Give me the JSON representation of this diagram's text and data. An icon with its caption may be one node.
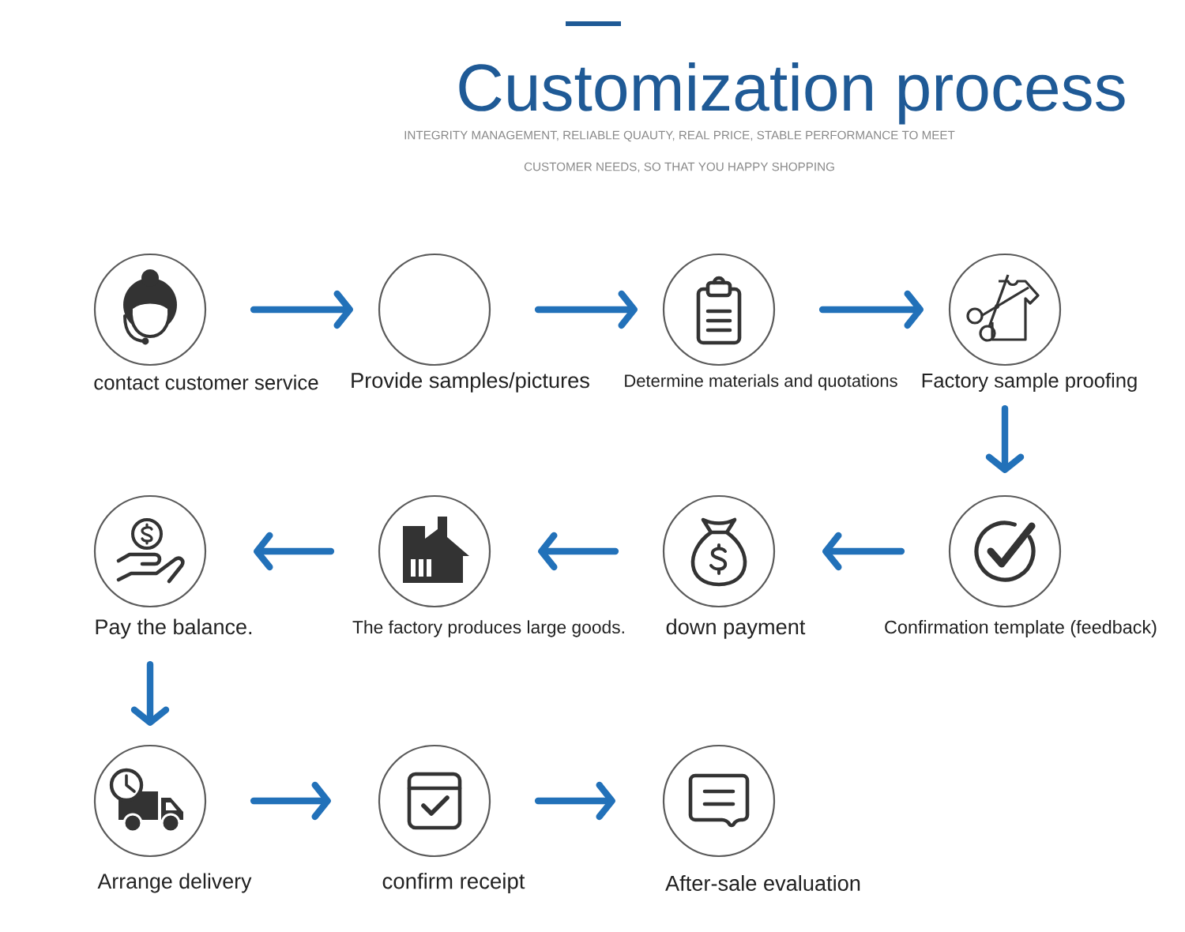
{
  "diagram": {
    "title": "Customization process",
    "nodes": [
      {
        "text": [
          "contact customer service"
        ]
      },
      {
        "text": [
          "Provide samples/pictures"
        ]
      },
      {
        "text": [
          "Determine materials and quotations"
        ]
      },
      {
        "text": [
          "Factory sample proofing"
        ]
      },
      {
        "text": [
          "Confirmation template (feedback)"
        ]
      },
      {
        "text": [
          "down payment"
        ]
      },
      {
        "text": [
          "The factory produces large goods."
        ]
      },
      {
        "text": [
          "Pay the balance."
        ]
      },
      {
        "text": [
          "Arrange delivery"
        ]
      },
      {
        "text": [
          "confirm receipt"
        ]
      },
      {
        "text": [
          "After-sale evaluation"
        ]
      }
    ],
    "edges": [
      {
        "from": 0,
        "to": 1,
        "arrow": "to"
      },
      {
        "from": 1,
        "to": 2,
        "arrow": "to"
      },
      {
        "from": 2,
        "to": 3,
        "arrow": "to"
      },
      {
        "from": 3,
        "to": 4,
        "arrow": "to"
      },
      {
        "from": 4,
        "to": 5,
        "arrow": "to"
      },
      {
        "from": 5,
        "to": 6,
        "arrow": "to"
      },
      {
        "from": 6,
        "to": 7,
        "arrow": "to"
      },
      {
        "from": 7,
        "to": 8,
        "arrow": "to"
      },
      {
        "from": 8,
        "to": 9,
        "arrow": "to"
      },
      {
        "from": 9,
        "to": 10,
        "arrow": "to"
      }
    ],
    "labels": [
      "INTEGRITY MANAGEMENT, RELIABLE QUAUTY, REAL PRICE, STABLE PERFORMANCE TO MEET CUSTOMER NEEDS, SO THAT YOU HAPPY SHOPPING"
    ]
  }
}
